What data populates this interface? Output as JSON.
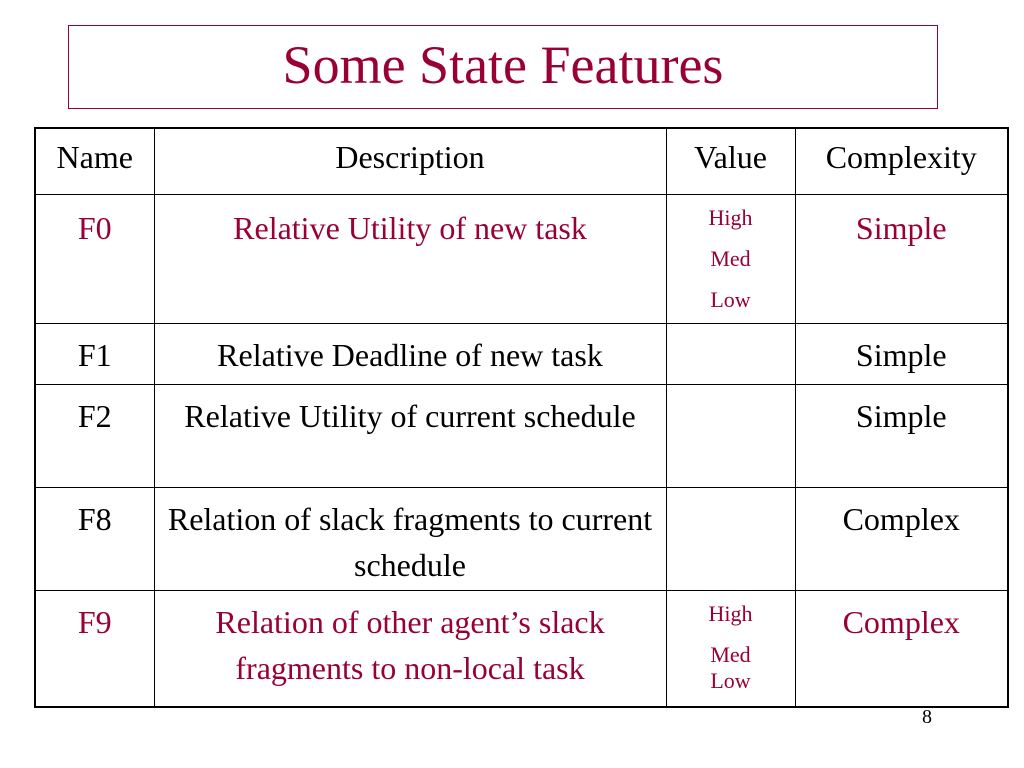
{
  "slide": {
    "title": "Some State Features",
    "page_number": "8",
    "accent_color": "#990033"
  },
  "table": {
    "headers": {
      "name": "Name",
      "description": "Description",
      "value": "Value",
      "complexity": "Complexity"
    },
    "rows": [
      {
        "name": "F0",
        "description": "Relative Utility of new task",
        "values": [
          "High",
          "Med",
          "Low"
        ],
        "complexity": "Simple",
        "highlighted": true
      },
      {
        "name": "F1",
        "description": "Relative Deadline of new task",
        "values": [],
        "complexity": "Simple",
        "highlighted": false
      },
      {
        "name": "F2",
        "description": "Relative Utility of current schedule",
        "values": [],
        "complexity": "Simple",
        "highlighted": false
      },
      {
        "name": "F8",
        "description": "Relation of  slack fragments to current schedule",
        "values": [],
        "complexity": "Complex",
        "highlighted": false
      },
      {
        "name": "F9",
        "description": "Relation of other agent’s slack fragments to non-local task",
        "values": [
          "High",
          "Med",
          "Low"
        ],
        "complexity": "Complex",
        "highlighted": true
      }
    ]
  }
}
